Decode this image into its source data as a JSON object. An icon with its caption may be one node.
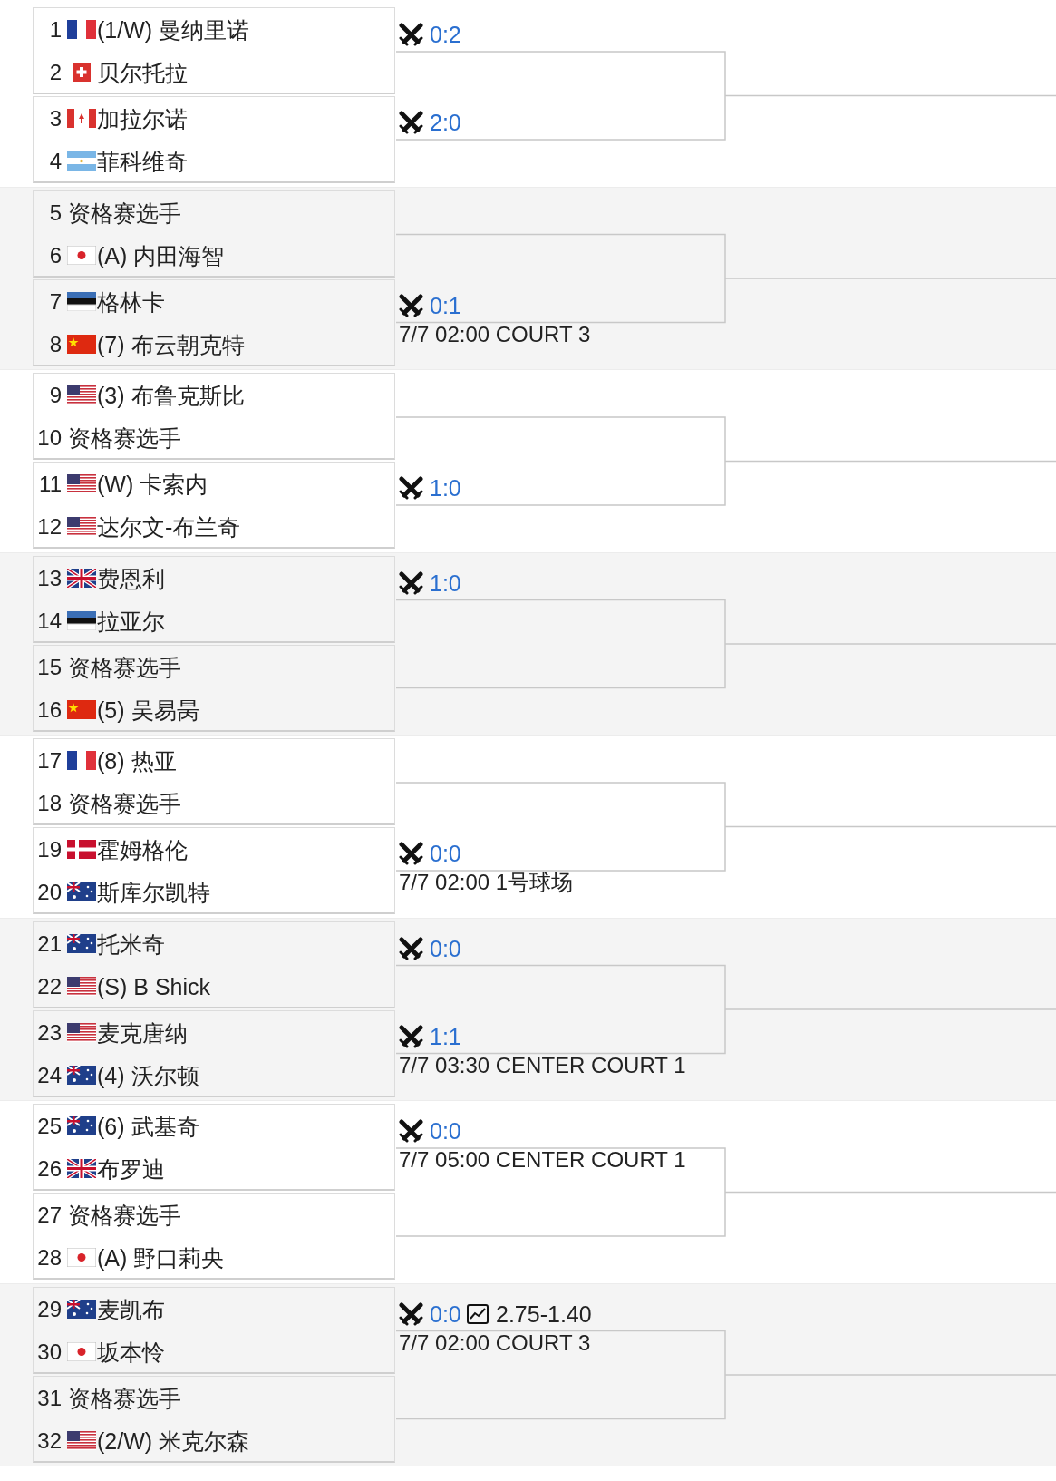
{
  "diagram": {
    "nodes": [
      {
        "text": [],
        "shape": "box"
      },
      {
        "text": [
          "1",
          "(1/W) 曼纳里诺"
        ],
        "in": 0
      },
      {
        "text": [
          "2",
          "贝尔托拉"
        ],
        "in": 0
      },
      {
        "text": [],
        "shape": "box"
      },
      {
        "text": [
          "3",
          "加拉尔诺"
        ],
        "in": 3
      },
      {
        "text": [
          "4",
          "菲科维奇"
        ],
        "in": 3
      },
      {
        "text": [],
        "shape": "box"
      },
      {
        "text": [
          "5",
          "资格赛选手"
        ],
        "in": 6
      },
      {
        "text": [
          "6",
          "(A) 内田海智"
        ],
        "in": 6
      },
      {
        "text": [],
        "shape": "box"
      },
      {
        "text": [
          "7",
          "格林卡"
        ],
        "in": 9
      },
      {
        "text": [
          "8",
          "(7) 布云朝克特"
        ],
        "in": 9
      },
      {
        "text": [],
        "shape": "box"
      },
      {
        "text": [
          "9",
          "(3) 布鲁克斯比"
        ],
        "in": 12
      },
      {
        "text": [
          "10",
          "资格赛选手"
        ],
        "in": 12
      },
      {
        "text": [],
        "shape": "box"
      },
      {
        "text": [
          "11",
          "(W) 卡索内"
        ],
        "in": 15
      },
      {
        "text": [
          "12",
          "达尔文-布兰奇"
        ],
        "in": 15
      },
      {
        "text": [],
        "shape": "box"
      },
      {
        "text": [
          "13",
          "费恩利"
        ],
        "in": 18
      },
      {
        "text": [
          "14",
          "拉亚尔"
        ],
        "in": 18
      },
      {
        "text": [],
        "shape": "box"
      },
      {
        "text": [
          "15",
          "资格赛选手"
        ],
        "in": 21
      },
      {
        "text": [
          "16",
          "(5) 吴易昺"
        ],
        "in": 21
      },
      {
        "text": [],
        "shape": "box"
      },
      {
        "text": [
          "17",
          "(8) 热亚"
        ],
        "in": 24
      },
      {
        "text": [
          "18",
          "资格赛选手"
        ],
        "in": 24
      },
      {
        "text": [],
        "shape": "box"
      },
      {
        "text": [
          "19",
          "霍姆格伦"
        ],
        "in": 27
      },
      {
        "text": [
          "20",
          "斯库尔凯特"
        ],
        "in": 27
      },
      {
        "text": [],
        "shape": "box"
      },
      {
        "text": [
          "21",
          "托米奇"
        ],
        "in": 30
      },
      {
        "text": [
          "22",
          "(S) B Shick"
        ],
        "in": 30
      },
      {
        "text": [],
        "shape": "box"
      },
      {
        "text": [
          "23",
          "麦克唐纳"
        ],
        "in": 33
      },
      {
        "text": [
          "24",
          "(4) 沃尔顿"
        ],
        "in": 33
      },
      {
        "text": [],
        "shape": "box"
      },
      {
        "text": [
          "25",
          "(6) 武基奇"
        ],
        "in": 36
      },
      {
        "text": [
          "26",
          "布罗迪"
        ],
        "in": 36
      },
      {
        "text": [],
        "shape": "box"
      },
      {
        "text": [
          "27",
          "资格赛选手"
        ],
        "in": 39
      },
      {
        "text": [
          "28",
          "(A) 野口莉央"
        ],
        "in": 39
      },
      {
        "text": [],
        "shape": "box"
      },
      {
        "text": [
          "29",
          "麦凯布"
        ],
        "in": 42
      },
      {
        "text": [
          "30",
          "坂本怜"
        ],
        "in": 42
      },
      {
        "text": [],
        "shape": "box"
      },
      {
        "text": [
          "31",
          "资格赛选手"
        ],
        "in": 45
      },
      {
        "text": [
          "32",
          "(2/W) 米克尔森"
        ],
        "in": 45
      }
    ],
    "labels": [
      "0:2",
      "2:0",
      "0:1",
      "7/7 02:00 COURT 3",
      "1:0",
      "1:0",
      "0:0",
      "7/7 02:00 1号球场",
      "0:0",
      "1:1",
      "7/7 03:30 CENTER COURT 1",
      "0:0",
      "7/7 05:00 CENTER COURT 1",
      "0:0",
      "2.75-1.40",
      "7/7 02:00 COURT 3"
    ]
  }
}
